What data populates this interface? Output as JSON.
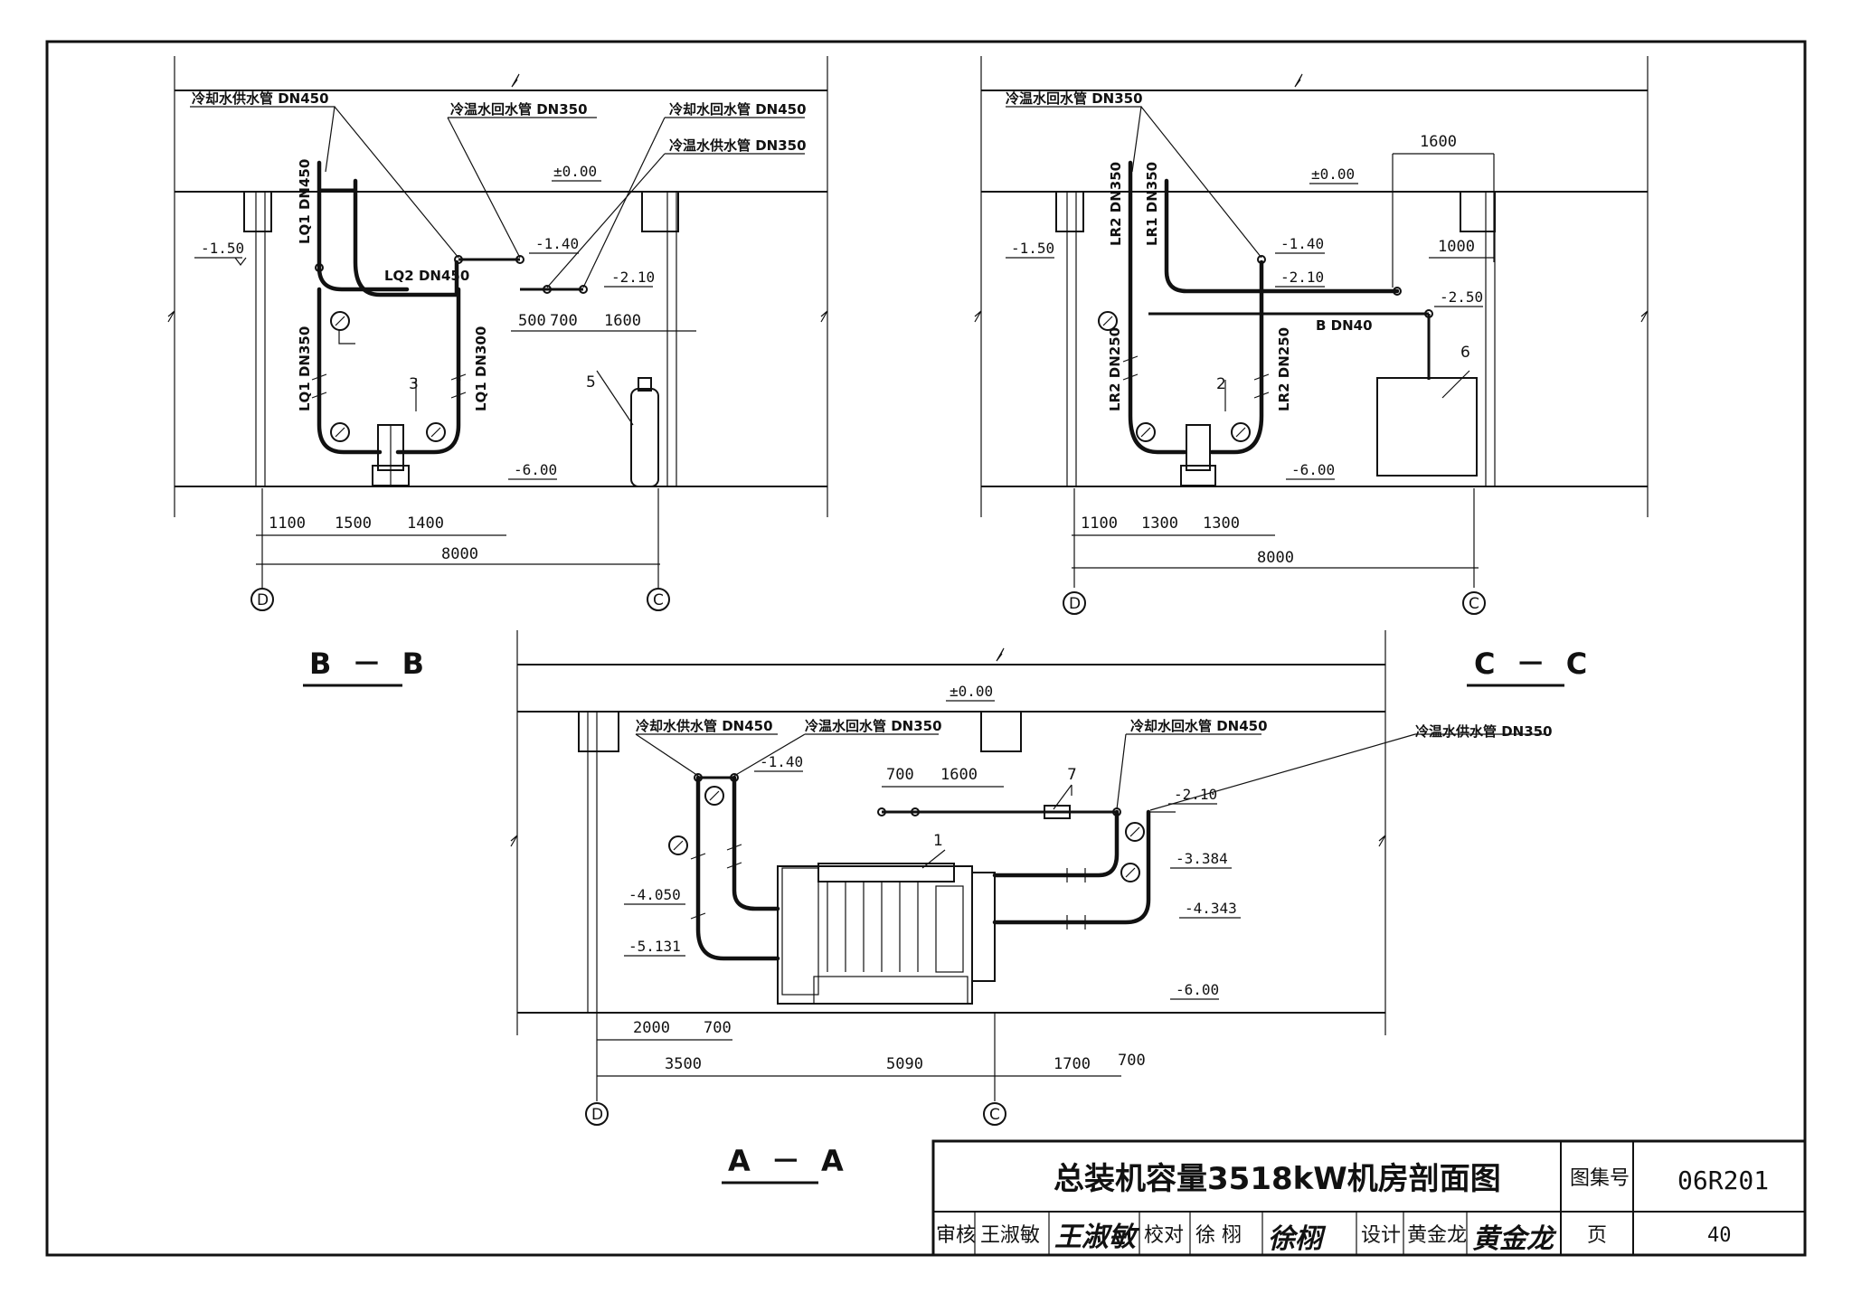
{
  "title_block": {
    "title": "总装机容量3518kW机房剖面图",
    "atlas_label": "图集号",
    "atlas_no": "06R201",
    "page_label": "页",
    "page_no": "40",
    "review_label": "审核",
    "reviewer": "王淑敏",
    "reviewer_sig": "王淑敏",
    "check_label": "校对",
    "checker": "徐 栩",
    "checker_sig": "徐栩",
    "design_label": "设计",
    "designer": "黄金龙",
    "designer_sig": "黄金龙"
  },
  "section_bb": {
    "name": "B － B",
    "labels": {
      "cw_supply": "冷却水供水管 DN450",
      "chw_return": "冷温水回水管 DN350",
      "cw_return": "冷却水回水管 DN450",
      "chw_supply": "冷温水供水管 DN350",
      "lq1_450": "LQ1 DN450",
      "lq2_450": "LQ2 DN450",
      "lq1_350": "LQ1 DN350",
      "lq1_300": "LQ1 DN300"
    },
    "levels": {
      "zero": "±0.00",
      "l150": "-1.50",
      "l140": "-1.40",
      "l210": "-2.10",
      "l600": "-6.00"
    },
    "tags": {
      "pump": "3",
      "tank": "5"
    },
    "dims": {
      "d500": "500",
      "d700": "700",
      "d1600": "1600",
      "d1100": "1100",
      "d1500": "1500",
      "d1400": "1400",
      "d8000": "8000"
    },
    "axes": {
      "left": "D",
      "right": "C"
    }
  },
  "section_cc": {
    "name": "C － C",
    "labels": {
      "chw_return": "冷温水回水管 DN350",
      "lr2_350": "LR2 DN350",
      "lr1_350": "LR1 DN350",
      "b_dn40": "B DN40",
      "lr2_250a": "LR2 DN250",
      "lr2_250b": "LR2 DN250"
    },
    "levels": {
      "zero": "±0.00",
      "l150": "-1.50",
      "l140": "-1.40",
      "l210": "-2.10",
      "l250": "-2.50",
      "l600": "-6.00"
    },
    "tags": {
      "pump": "2",
      "unit": "6"
    },
    "dims": {
      "d1600": "1600",
      "d1000": "1000",
      "d1100": "1100",
      "d1300a": "1300",
      "d1300b": "1300",
      "d8000": "8000"
    },
    "axes": {
      "left": "D",
      "right": "C"
    }
  },
  "section_aa": {
    "name": "A － A",
    "labels": {
      "cw_supply": "冷却水供水管 DN450",
      "chw_return": "冷温水回水管 DN350",
      "cw_return": "冷却水回水管 DN450",
      "chw_supply": "冷温水供水管 DN350"
    },
    "levels": {
      "zero": "±0.00",
      "l140": "-1.40",
      "l210": "-2.10",
      "l3384": "-3.384",
      "l4050": "-4.050",
      "l4343": "-4.343",
      "l5131": "-5.131",
      "l600": "-6.00"
    },
    "tags": {
      "chiller": "1",
      "filter": "7"
    },
    "dims": {
      "d700a": "700",
      "d1600": "1600",
      "d2000": "2000",
      "d700b": "700",
      "d3500": "3500",
      "d5090": "5090",
      "d1700": "1700",
      "d700c": "700"
    },
    "axes": {
      "left": "D",
      "right": "C"
    }
  }
}
